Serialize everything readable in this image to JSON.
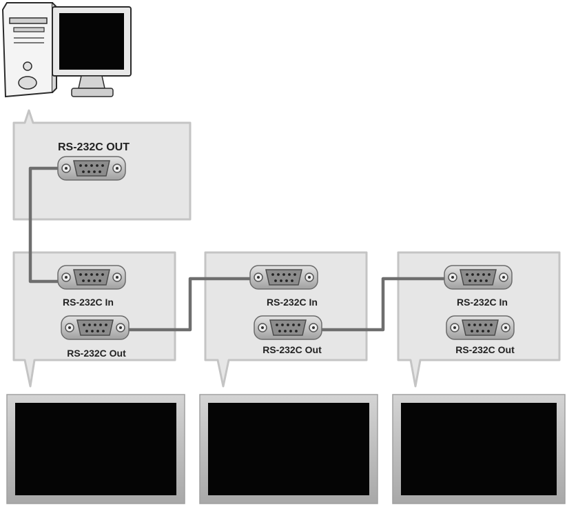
{
  "pc": {
    "icon": "desktop-computer-icon",
    "out_label": "RS-232C OUT"
  },
  "displays": [
    {
      "icon": "monitor-1-icon",
      "in_label": "RS-232C In",
      "out_label": "RS-232C Out"
    },
    {
      "icon": "monitor-2-icon",
      "in_label": "RS-232C In",
      "out_label": "RS-232C Out"
    },
    {
      "icon": "monitor-3-icon",
      "in_label": "RS-232C In",
      "out_label": "RS-232C Out"
    }
  ],
  "connection": "daisy-chain",
  "colors": {
    "panel_fill": "#e6e6e6",
    "panel_stroke": "#c4c4c4",
    "cable": "#6e6e6e",
    "screen": "#050505",
    "bezel": "#bdbdbd"
  }
}
